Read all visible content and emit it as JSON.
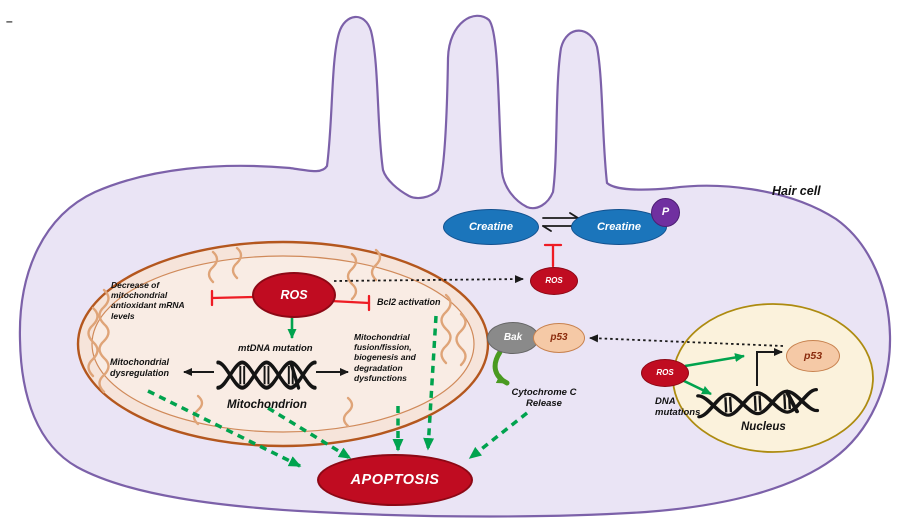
{
  "title": "Hair cell ROS apoptosis pathway diagram",
  "colors": {
    "cell_fill": "#eae4f5",
    "cell_border": "#7c61a9",
    "mito_fill": "#f6e4da",
    "mito_border": "#b4571e",
    "cristae": "#dfa478",
    "nucleus_fill": "#fbf2dc",
    "nucleus_border": "#ad8b10",
    "red_node": "#c00c21",
    "blue_node": "#1b75bb",
    "purple_node": "#7030a0",
    "gray_node": "#8a8a8a",
    "peach_node": "#f5c9a6",
    "green_arrow": "#00a34e",
    "red_inhibit": "#ee1c24",
    "black_arrow": "#1a1a1a",
    "olive_arrow": "#4a9a21"
  },
  "nodes": {
    "ros_mito": "ROS",
    "ros_center": "ROS",
    "ros_nucleus": "ROS",
    "creatine_left": "Creatine",
    "creatine_right": "Creatine",
    "phosphate": "P",
    "bak": "Bak",
    "p53_cyto": "p53",
    "p53_nucleus": "p53",
    "apoptosis": "APOPTOSIS"
  },
  "texts": {
    "stray_dash": "–",
    "hair_cell": "Hair cell",
    "mitochondrion": "Mitochondrion",
    "nucleus": "Nucleus",
    "bcl2": "Bcl2 activation",
    "mtdna": "mtDNA mutation",
    "decrease": {
      "lines": [
        "Decrease of",
        "mitochondrial",
        "antioxidant mRNA",
        "levels"
      ]
    },
    "dysregulation": {
      "lines": [
        "Mitochondrial",
        "dysregulation"
      ]
    },
    "fusion": {
      "lines": [
        "Mitochondrial",
        "fusion/fission,",
        "biogenesis and",
        "degradation",
        "dysfunctions"
      ]
    },
    "cytochrome": {
      "lines": [
        "Cytochrome C",
        "Release"
      ]
    },
    "dna_mutations": {
      "lines": [
        "DNA",
        "mutations"
      ]
    }
  }
}
